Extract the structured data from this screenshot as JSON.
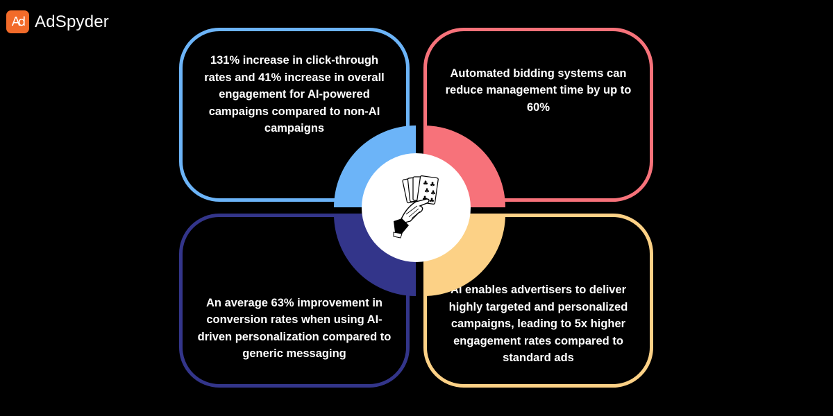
{
  "brand": {
    "name": "AdSpyder",
    "logo_glyph": "Ad",
    "logo_color": "#f26b2a"
  },
  "diagram": {
    "center_icon": "hand-holding-cards-icon",
    "quadrants": [
      {
        "position": "top-left",
        "color": "#6cb4f8",
        "text": "131% increase in click-through rates and 41% increase in overall engagement for AI-powered campaigns compared to non-AI campaigns"
      },
      {
        "position": "top-right",
        "color": "#f7727a",
        "text": "Automated bidding systems can reduce management time by up to 60%"
      },
      {
        "position": "bottom-left",
        "color": "#33358a",
        "text": "An average 63% improvement in conversion rates when using AI-driven personalization compared to generic messaging"
      },
      {
        "position": "bottom-right",
        "color": "#fcd186",
        "text": "AI enables advertisers to deliver highly targeted and personalized campaigns, leading to 5x higher engagement rates compared to standard ads"
      }
    ]
  }
}
